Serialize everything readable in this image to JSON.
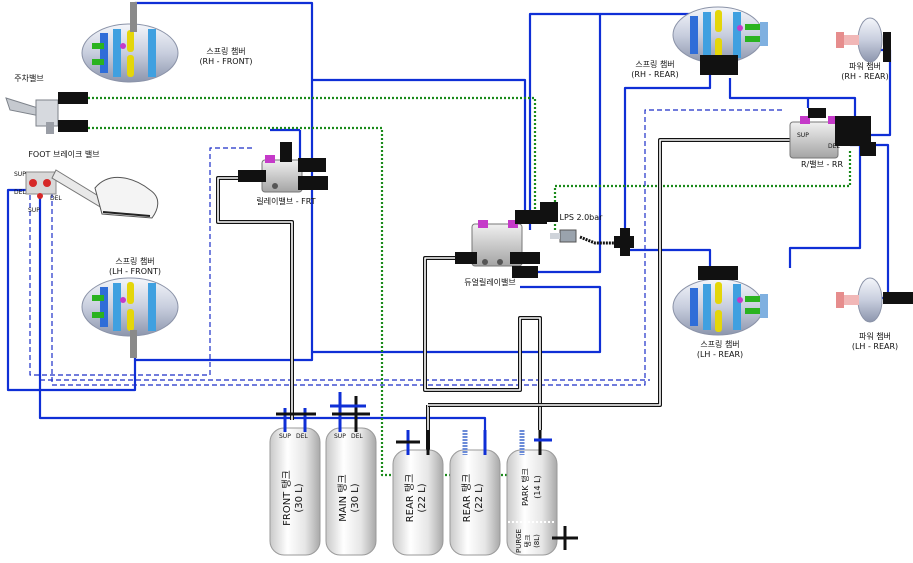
{
  "components": {
    "spring_rh_front": {
      "title": "스프링 챔버",
      "sub": "(RH - FRONT)"
    },
    "spring_lh_front": {
      "title": "스프링 챔버",
      "sub": "(LH - FRONT)"
    },
    "spring_rh_rear": {
      "title": "스프링 챔버",
      "sub": "(RH - REAR)"
    },
    "spring_lh_rear": {
      "title": "스프링 챔버",
      "sub": "(LH - REAR)"
    },
    "power_rh_rear": {
      "title": "파워 챔버",
      "sub": "(RH - REAR)"
    },
    "power_lh_rear": {
      "title": "파워 챔버",
      "sub": "(LH - REAR)"
    },
    "parking_valve": {
      "title": "주차밸브"
    },
    "foot_brake_valve": {
      "title": "FOOT 브레이크 밸브",
      "ports": [
        "SUP",
        "DEL",
        "SUP",
        "DEL"
      ]
    },
    "relay_valve_front": {
      "title": "릴레이밸브 - FRT"
    },
    "dual_relay_valve": {
      "title": "듀얼릴레이밸브"
    },
    "lps": {
      "title": "LPS 2.0bar"
    },
    "relay_valve_rear": {
      "title": "R/밸브 - RR",
      "ports": [
        "SUP",
        "DEL"
      ]
    }
  },
  "tanks": [
    {
      "line1": "FRONT 탱크",
      "line2": "(30 L)",
      "ports": [
        "SUP",
        "DEL"
      ]
    },
    {
      "line1": "MAIN 탱크",
      "line2": "(30 L)",
      "ports": [
        "SUP",
        "DEL"
      ]
    },
    {
      "line1": "REAR 탱크",
      "line2": "(22 L)"
    },
    {
      "line1": "REAR 탱크",
      "line2": "(22 L)"
    },
    {
      "line1": "PARK 탱크",
      "line2": "(14 L)"
    }
  ],
  "purge_tank": {
    "line1": "PURGE",
    "line2": "탱크",
    "line3": "(8L)"
  },
  "colors": {
    "supply": "#0f2fd6",
    "park": "#1a8a1a",
    "pilot": "#1c2ec8",
    "tank_line": "#111111",
    "chamber_body": "#d3d8e8",
    "clamp": "#e4d60a",
    "fitting": "#2ab31f"
  }
}
